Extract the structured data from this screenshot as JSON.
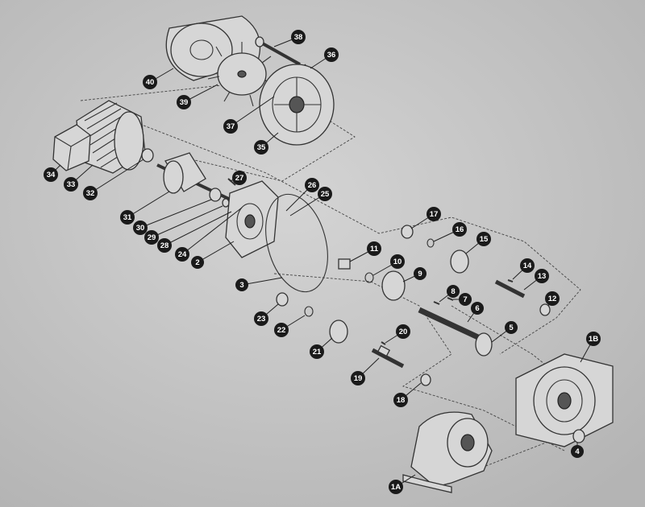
{
  "diagram": {
    "type": "exploded-parts-view",
    "labels": [
      "40",
      "38",
      "36",
      "39",
      "37",
      "35",
      "34",
      "33",
      "32",
      "31",
      "30",
      "29",
      "28",
      "27",
      "26",
      "25",
      "24",
      "2",
      "3",
      "23",
      "22",
      "21",
      "20",
      "19",
      "18",
      "17",
      "16",
      "15",
      "14",
      "13",
      "12",
      "11",
      "10",
      "9",
      "8",
      "7",
      "6",
      "5",
      "1B",
      "1A",
      "4"
    ]
  },
  "colors": {
    "background": "#c8c8c8",
    "label_fill": "#1a1a1a",
    "label_text": "#ffffff",
    "line": "#333333"
  }
}
